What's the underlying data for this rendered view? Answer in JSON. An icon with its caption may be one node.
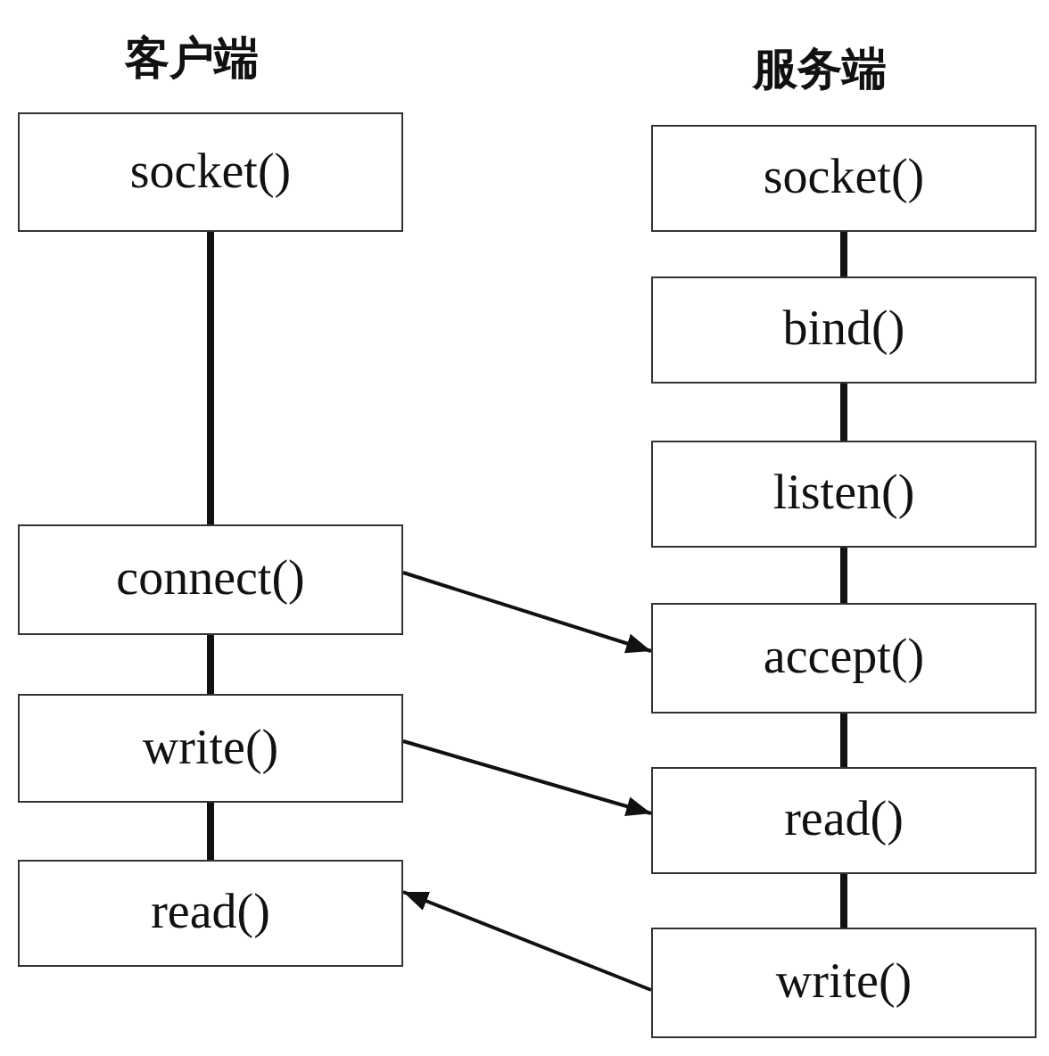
{
  "diagram": {
    "nodes": [
      {
        "text": [
          "socket()"
        ]
      },
      {
        "text": [
          "connect()"
        ]
      },
      {
        "text": [
          "write()"
        ]
      },
      {
        "text": [
          "read()"
        ]
      },
      {
        "text": [
          "socket()"
        ]
      },
      {
        "text": [
          "bind()"
        ]
      },
      {
        "text": [
          "listen()"
        ]
      },
      {
        "text": [
          "accept()"
        ]
      },
      {
        "text": [
          "read()"
        ]
      },
      {
        "text": [
          "write()"
        ]
      }
    ],
    "edges": [
      {
        "from": 0,
        "to": 1,
        "arrow": "none"
      },
      {
        "from": 1,
        "to": 2,
        "arrow": "none"
      },
      {
        "from": 2,
        "to": 3,
        "arrow": "none"
      },
      {
        "from": 4,
        "to": 5,
        "arrow": "none"
      },
      {
        "from": 5,
        "to": 6,
        "arrow": "none"
      },
      {
        "from": 6,
        "to": 7,
        "arrow": "none"
      },
      {
        "from": 7,
        "to": 8,
        "arrow": "none"
      },
      {
        "from": 8,
        "to": 9,
        "arrow": "none"
      },
      {
        "from": 1,
        "to": 7,
        "arrow": "to"
      },
      {
        "from": 2,
        "to": 8,
        "arrow": "to"
      },
      {
        "from": 9,
        "to": 3,
        "arrow": "to"
      }
    ],
    "labels": [
      "客户端",
      "服务端"
    ]
  }
}
